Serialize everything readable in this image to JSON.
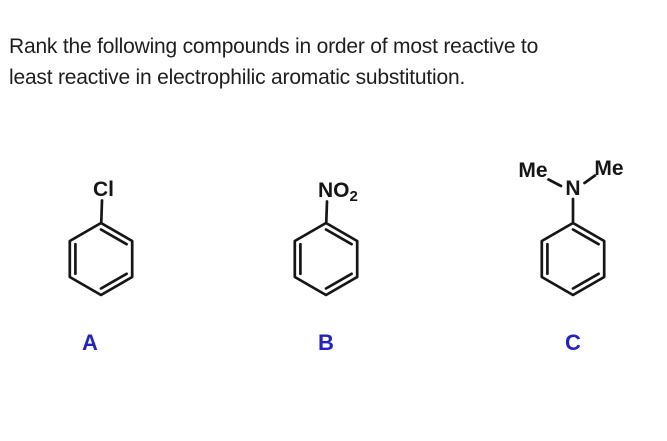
{
  "question": {
    "line1": "Rank the following compounds in order of most reactive to",
    "line2": "least reactive in electrophilic aromatic substitution."
  },
  "compounds": [
    {
      "label": "A",
      "substituent": {
        "main": "Cl"
      }
    },
    {
      "label": "B",
      "substituent": {
        "main": "NO",
        "sub": "2"
      }
    },
    {
      "label": "C",
      "substituent": {
        "left": "Me",
        "center": "N",
        "right": "Me"
      }
    }
  ],
  "colors": {
    "structure_ink": "#161616",
    "label_blue": "#2222cc",
    "question_text": "#1f1e1f",
    "background": "#ffffff"
  }
}
